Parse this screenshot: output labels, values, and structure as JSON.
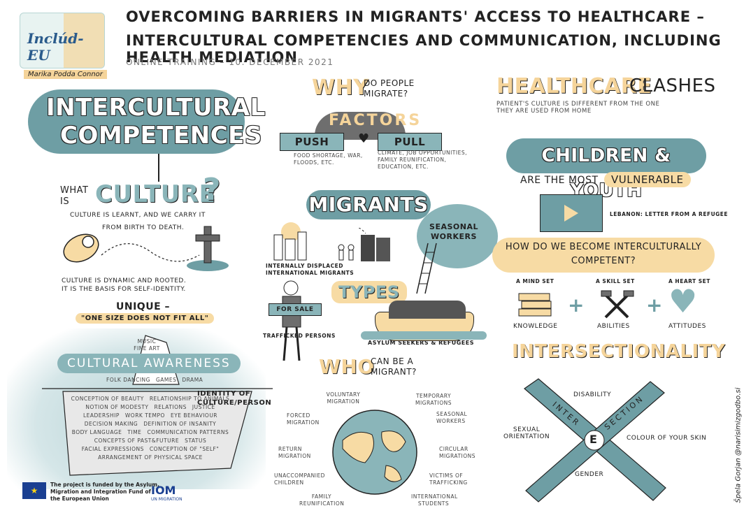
{
  "header": {
    "title_line1": "Overcoming barriers in migrants' access to healthcare –",
    "title_line2": "Intercultural competencies and communication, including health mediation",
    "subtitle": "ONLINE TRAINING – 10. DECEMBER 2021",
    "logo_text": "Inclúd-EU",
    "author": "Marika Podda Connor"
  },
  "culture": {
    "heading_line1": "INTERCULTURAL",
    "heading_line2": "COMPETENCES",
    "what_is": "WHAT IS",
    "culture_word": "CULTURE",
    "qmark": "?",
    "learnt_line1": "CULTURE IS LEARNT, AND WE CARRY IT",
    "learnt_line2": "FROM BIRTH TO DEATH.",
    "dynamic_line1": "CULTURE IS DYNAMIC AND ROOTED.",
    "dynamic_line2": "IT IS THE BASIS FOR SELF-IDENTITY.",
    "unique": "UNIQUE –",
    "one_size": "\"ONE SIZE DOES NOT FIT ALL\""
  },
  "iceberg": {
    "title": "CULTURAL AWARENESS",
    "identity": "IDENTITY OF CULTURE/PERSON",
    "top_items": [
      "MUSIC",
      "FINE ART",
      "FOLK DANCING",
      "GAMES",
      "DRAMA"
    ],
    "below_items": [
      "CONCEPTION OF BEAUTY",
      "RELATIONSHIP TO ANIMALS",
      "NOTION OF MODESTY",
      "RELATIONS",
      "JUSTICE",
      "LEADERSHIP",
      "WORK TEMPO",
      "EYE BEHAVIOUR",
      "DECISION MAKING",
      "DEFINITION OF INSANITY",
      "BODY LANGUAGE",
      "TIME",
      "COMMUNICATION PATTERNS",
      "CONCEPTS OF PAST&FUTURE",
      "STATUS",
      "FACIAL EXPRESSIONS",
      "CONCEPTION OF \"SELF\"",
      "ARRANGEMENT OF PHYSICAL SPACE"
    ]
  },
  "footer": {
    "eu_text_line1": "The project is funded by the Asylum,",
    "eu_text_line2": "Migration and Integration Fund of",
    "eu_text_line3": "the European Union",
    "iom": "IOM",
    "iom_sub": "UN MIGRATION"
  },
  "why": {
    "why_word": "WHY",
    "do_people": "DO PEOPLE",
    "migrate": "MIGRATE?",
    "factors": "FACTORS",
    "push": "PUSH",
    "pull": "PULL",
    "push_items_line1": "FOOD SHORTAGE, WAR,",
    "push_items_line2": "FLOODS, ETC.",
    "pull_items_line1": "CLIMATE, JOB OPPORTUNITIES,",
    "pull_items_line2": "FAMILY REUNIFICATION,",
    "pull_items_line3": "EDUCATION, ETC."
  },
  "migrants": {
    "heading": "MIGRANTS",
    "seasonal": "SEASONAL WORKERS",
    "idp_line1": "INTERNALLY DISPLACED",
    "idp_line2": "INTERNATIONAL MIGRANTS",
    "types": "TYPES",
    "for_sale": "FOR SALE",
    "trafficked": "TRAFFICKED PERSONS",
    "asylum": "ASYLUM SEEKERS & REFUGEES"
  },
  "who": {
    "who_word": "WHO",
    "can_be": "CAN BE A",
    "migrant": "MIGRANT?",
    "labels": [
      "VOLUNTARY MIGRATION",
      "TEMPORARY MIGRATIONS",
      "SEASONAL WORKERS",
      "FORCED MIGRATION",
      "CIRCULAR MIGRATIONS",
      "RETURN MIGRATION",
      "VICTIMS OF TRAFFICKING",
      "UNACCOMPANIED CHILDREN",
      "FAMILY REUNIFICATION",
      "INTERNATIONAL STUDENTS"
    ]
  },
  "healthcare": {
    "word1": "HEALTHCARE",
    "word2": "CLASHES",
    "desc_line1": "PATIENT'S CULTURE IS DIFFERENT FROM THE ONE",
    "desc_line2": "THEY ARE USED FROM HOME",
    "children": "CHILDREN & YOUTH",
    "are_most": "ARE THE MOST",
    "vulnerable": "VULNERABLE",
    "video_label": "LEBANON: LETTER FROM A REFUGEE",
    "how_line1": "HOW DO WE BECOME INTERCULTURALLY",
    "how_line2": "COMPETENT?",
    "sets": [
      {
        "top": "A MIND SET",
        "bottom": "KNOWLEDGE"
      },
      {
        "top": "A SKILL SET",
        "bottom": "ABILITIES"
      },
      {
        "top": "A HEART SET",
        "bottom": "ATTITUDES"
      }
    ]
  },
  "intersectionality": {
    "heading": "INTERSECTIONALITY",
    "disability": "DISABILITY",
    "sexual_line1": "SEXUAL",
    "sexual_line2": "ORIENTATION",
    "colour": "COLOUR OF YOUR SKIN",
    "gender": "GENDER",
    "inter": "INTER",
    "section": "SECTION",
    "center": "E"
  },
  "credit": "Špela Gorjan @narisimizgodbo.si",
  "colors": {
    "teal": "#6e9ea4",
    "peach": "#f7dba4",
    "dark": "#222222"
  }
}
